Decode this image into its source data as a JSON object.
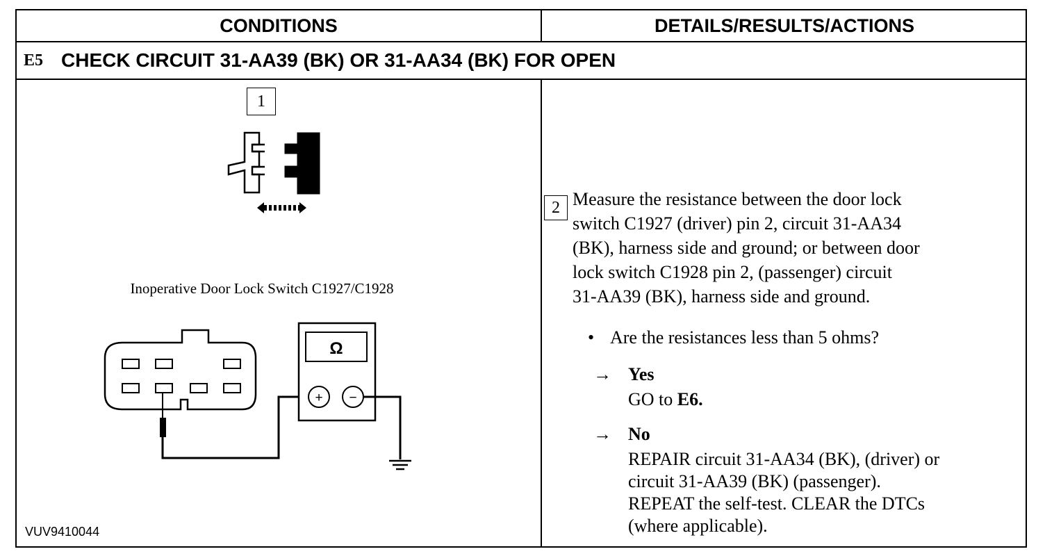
{
  "header": {
    "conditions": "CONDITIONS",
    "details": "DETAILS/RESULTS/ACTIONS"
  },
  "section": {
    "number": "E5",
    "title": "CHECK CIRCUIT 31-AA39 (BK) OR 31-AA34 (BK) FOR OPEN"
  },
  "left": {
    "step1": "1",
    "caption": "Inoperative Door Lock Switch C1927/C1928",
    "meter_symbol": "Ω",
    "plus_symbol": "+",
    "minus_symbol": "−",
    "figure_code": "VUV9410044"
  },
  "right": {
    "step2": "2",
    "instruction": [
      "Measure the resistance between the door lock",
      "switch C1927 (driver) pin 2, circuit 31-AA34",
      "(BK), harness side and ground; or between door",
      "lock switch C1928 pin 2, (passenger) circuit",
      "31-AA39 (BK), harness side and ground."
    ],
    "question": "Are the resistances less than 5 ohms?",
    "bullet_glyph": "•",
    "arrow_glyph": "→",
    "yes": {
      "label": "Yes",
      "text_prefix": "GO to ",
      "text_target": "E6."
    },
    "no": {
      "label": "No",
      "lines": [
        "REPAIR circuit 31-AA34 (BK), (driver) or",
        "circuit 31-AA39 (BK) (passenger).",
        "REPEAT the self-test. CLEAR the DTCs",
        "(where applicable)."
      ]
    }
  }
}
